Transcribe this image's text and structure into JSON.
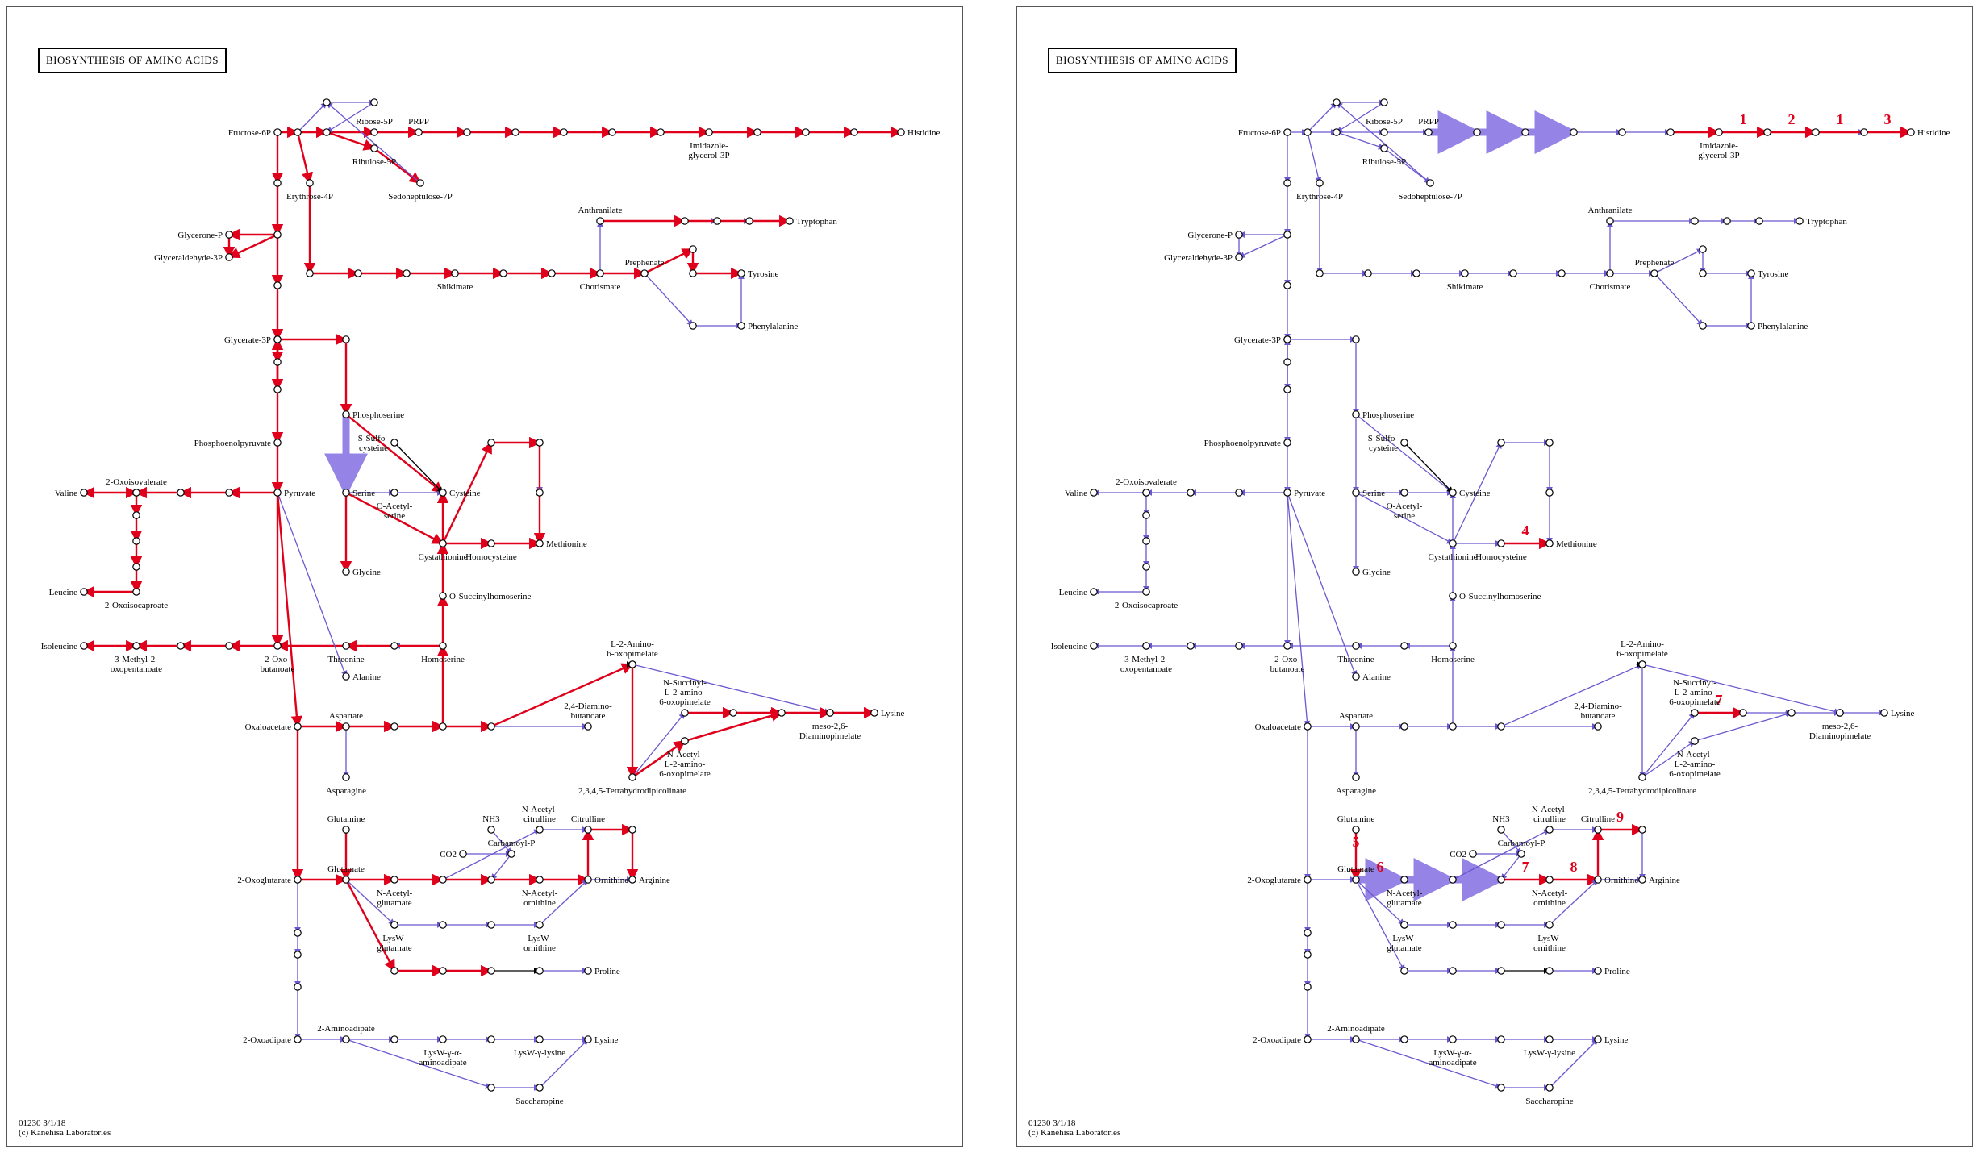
{
  "colors": {
    "default": "#6a58d0",
    "highlight": "#e0001b",
    "black": "#000000",
    "thick": "#9584e6"
  },
  "title": "BIOSYNTHESIS OF AMINO ACIDS",
  "footer": {
    "line1": "01230 3/1/18",
    "line2": "(c) Kanehisa Laboratories"
  },
  "nodes": [
    [
      "fru6p",
      "Fructose-6P",
      "l",
      0
    ],
    [
      "r1",
      "",
      "",
      0
    ],
    [
      "r2",
      "",
      "",
      0
    ],
    [
      "r5p",
      "Ribose-5P",
      "t",
      0
    ],
    [
      "prpp",
      "PRPP",
      "t",
      0
    ],
    [
      "hp1",
      "",
      "",
      0
    ],
    [
      "hp2",
      "",
      "",
      0
    ],
    [
      "hp3",
      "",
      "",
      0
    ],
    [
      "hp4",
      "",
      "",
      0
    ],
    [
      "hp5",
      "",
      "",
      0
    ],
    [
      "igp",
      "Imidazole-\nglycerol-3P",
      "b",
      0
    ],
    [
      "hp7",
      "",
      "",
      0
    ],
    [
      "hp8",
      "",
      "",
      0
    ],
    [
      "hp9",
      "",
      "",
      0
    ],
    [
      "his",
      "Histidine",
      "r",
      0
    ],
    [
      "tc1",
      "",
      "",
      0
    ],
    [
      "tc2",
      "",
      "",
      0
    ],
    [
      "ru5p",
      "Ribulose-5P",
      "b",
      0
    ],
    [
      "s7p",
      "Sedoheptulose-7P",
      "b",
      0
    ],
    [
      "g1",
      "",
      "",
      0
    ],
    [
      "g2",
      "",
      "",
      0
    ],
    [
      "g3",
      "",
      "",
      0
    ],
    [
      "g4",
      "",
      "",
      0
    ],
    [
      "g5",
      "",
      "",
      0
    ],
    [
      "g6",
      "",
      "",
      0
    ],
    [
      "glyp",
      "Glycerone-P",
      "l",
      0
    ],
    [
      "gap",
      "Glyceraldehyde-3P",
      "l",
      0
    ],
    [
      "e4p",
      "Erythrose-4P",
      "b",
      0
    ],
    [
      "sk1",
      "",
      "",
      0
    ],
    [
      "sk2",
      "",
      "",
      0
    ],
    [
      "sk3",
      "",
      "",
      0
    ],
    [
      "shik",
      "Shikimate",
      "b",
      0
    ],
    [
      "sk5",
      "",
      "",
      0
    ],
    [
      "sk6",
      "",
      "",
      0
    ],
    [
      "chor",
      "Chorismate",
      "b",
      0
    ],
    [
      "anth",
      "Anthranilate",
      "t",
      0
    ],
    [
      "tr1",
      "",
      "",
      0
    ],
    [
      "tr2",
      "",
      "",
      0
    ],
    [
      "tr3",
      "",
      "",
      0
    ],
    [
      "trp",
      "Tryptophan",
      "r",
      0
    ],
    [
      "preph",
      "Prephenate",
      "t",
      0
    ],
    [
      "ty1",
      "",
      "",
      0
    ],
    [
      "ty2",
      "",
      "",
      0
    ],
    [
      "tyr",
      "Tyrosine",
      "r",
      0
    ],
    [
      "ph1",
      "",
      "",
      0
    ],
    [
      "phe",
      "Phenylalanine",
      "r",
      0
    ],
    [
      "g3p",
      "Glycerate-3P",
      "l",
      0
    ],
    [
      "s1",
      "",
      "",
      0
    ],
    [
      "pser",
      "Phosphoserine",
      "r",
      0
    ],
    [
      "pep",
      "Phosphoenolpyruvate",
      "l",
      0
    ],
    [
      "pyr",
      "Pyruvate",
      "r",
      0
    ],
    [
      "ser",
      "Serine",
      "r",
      0
    ],
    [
      "oas",
      "O-Acetyl-\nserine",
      "b",
      0
    ],
    [
      "ssc",
      "S-Sulfo-\ncysteine",
      "l",
      0
    ],
    [
      "cys",
      "Cysteine",
      "r",
      0
    ],
    [
      "cysth",
      "Cystathionine",
      "b",
      0
    ],
    [
      "hcys",
      "Homocysteine",
      "b",
      0
    ],
    [
      "met",
      "Methionine",
      "r",
      0
    ],
    [
      "m1",
      "",
      "",
      0
    ],
    [
      "m2",
      "",
      "",
      0
    ],
    [
      "m3",
      "",
      "",
      0
    ],
    [
      "gly",
      "Glycine",
      "r",
      0
    ],
    [
      "osh",
      "O-Succinylhomoserine",
      "r",
      0
    ],
    [
      "v4",
      "",
      "",
      0
    ],
    [
      "v3",
      "",
      "",
      0
    ],
    [
      "v2",
      "",
      "",
      0
    ],
    [
      "oxv",
      "2-Oxoisovalerate",
      "t",
      0
    ],
    [
      "val",
      "Valine",
      "l",
      0
    ],
    [
      "l1",
      "",
      "",
      0
    ],
    [
      "l2",
      "",
      "",
      0
    ],
    [
      "l3",
      "",
      "",
      0
    ],
    [
      "oxc",
      "2-Oxoisocaproate",
      "b",
      0
    ],
    [
      "leu",
      "Leucine",
      "l",
      0
    ],
    [
      "oxb",
      "2-Oxo-\nbutanoate",
      "b",
      0
    ],
    [
      "i1",
      "",
      "",
      0
    ],
    [
      "i2",
      "",
      "",
      0
    ],
    [
      "i3",
      "",
      "",
      0
    ],
    [
      "mop",
      "3-Methyl-2-\noxopentanoate",
      "b",
      0
    ],
    [
      "ile",
      "Isoleucine",
      "l",
      0
    ],
    [
      "thr",
      "Threonine",
      "b",
      0
    ],
    [
      "h1",
      "",
      "",
      0
    ],
    [
      "hser",
      "Homoserine",
      "b",
      0
    ],
    [
      "ala",
      "Alanine",
      "r",
      0
    ],
    [
      "oaa",
      "Oxaloacetate",
      "l",
      0
    ],
    [
      "asp",
      "Aspartate",
      "t",
      0
    ],
    [
      "a1",
      "",
      "",
      0
    ],
    [
      "a2",
      "",
      "",
      0
    ],
    [
      "a3",
      "",
      "",
      0
    ],
    [
      "asn",
      "Asparagine",
      "b",
      0
    ],
    [
      "dab",
      "2,4-Diamino-\nbutanoate",
      "t",
      0
    ],
    [
      "thdp",
      "2,3,4,5-Tetrahydrodipicolinate",
      "b",
      0
    ],
    [
      "t1",
      "",
      "",
      0
    ],
    [
      "a2o",
      "L-2-Amino-\n6-oxopimelate",
      "t",
      0
    ],
    [
      "nsa",
      "N-Succinyl-\nL-2-amino-\n6-oxopimelate",
      "t",
      0
    ],
    [
      "k1",
      "",
      "",
      0
    ],
    [
      "k2",
      "",
      "",
      0
    ],
    [
      "naa",
      "N-Acetyl-\nL-2-amino-\n6-oxopimelate",
      "b",
      0
    ],
    [
      "k3",
      "",
      "",
      0
    ],
    [
      "mdap",
      "meso-2,6-\nDiaminopimelate",
      "b",
      0
    ],
    [
      "k4",
      "",
      "",
      0
    ],
    [
      "lys1",
      "Lysine",
      "r",
      0
    ],
    [
      "gln",
      "Glutamine",
      "t",
      0
    ],
    [
      "akg",
      "2-Oxoglutarate",
      "l",
      0
    ],
    [
      "glu",
      "Glutamate",
      "t",
      0
    ],
    [
      "nag",
      "N-Acetyl-\nglutamate",
      "b",
      0
    ],
    [
      "o1",
      "",
      "",
      0
    ],
    [
      "o2",
      "",
      "",
      0
    ],
    [
      "nao",
      "N-Acetyl-\nornithine",
      "b",
      0
    ],
    [
      "orn",
      "Ornithine",
      "r",
      0
    ],
    [
      "arg",
      "Arginine",
      "r",
      0
    ],
    [
      "nh3",
      "NH3",
      "t",
      0
    ],
    [
      "co2",
      "CO2",
      "l",
      0
    ],
    [
      "cbp",
      "Carbamoyl-P",
      "t",
      0
    ],
    [
      "nac",
      "N-Acetyl-\ncitrulline",
      "t",
      0
    ],
    [
      "cit",
      "Citrulline",
      "t",
      0
    ],
    [
      "r9",
      "",
      "",
      0
    ],
    [
      "lw1",
      "",
      "",
      0
    ],
    [
      "lwg",
      "LysW-\nglutamate",
      "b",
      0
    ],
    [
      "lw2",
      "",
      "",
      0
    ],
    [
      "lw3",
      "",
      "",
      0
    ],
    [
      "lwo",
      "LysW-\nornithine",
      "b",
      0
    ],
    [
      "p1",
      "",
      "",
      0
    ],
    [
      "p2",
      "",
      "",
      0
    ],
    [
      "p3",
      "",
      "",
      0
    ],
    [
      "p4",
      "",
      "",
      0
    ],
    [
      "pro",
      "Proline",
      "r",
      0
    ],
    [
      "k5",
      "",
      "",
      0
    ],
    [
      "k6",
      "",
      "",
      0
    ],
    [
      "k7",
      "",
      "",
      0
    ],
    [
      "oad",
      "2-Oxoadipate",
      "l",
      0
    ],
    [
      "aad",
      "2-Aminoadipate",
      "t",
      0
    ],
    [
      "la1",
      "",
      "",
      0
    ],
    [
      "lwaa",
      "LysW-γ-α-\naminoadipate",
      "b",
      0
    ],
    [
      "la2",
      "",
      "",
      0
    ],
    [
      "lwl",
      "LysW-γ-lysine",
      "b",
      0
    ],
    [
      "lys2",
      "Lysine",
      "r",
      0
    ],
    [
      "sa1",
      "",
      "",
      0
    ],
    [
      "sacch",
      "Saccharopine",
      "b",
      0
    ]
  ],
  "panels": [
    {
      "red_edges": "fru6p-r1,r1-r2,r2-r5p,r5p-prpp,prpp-hp1,hp1-hp2,hp2-hp3,hp3-hp4,hp4-hp5,hp5-igp,igp-hp7,hp7-hp8,hp8-hp9,hp9-his,r2-ru5p,ru5p-s7p,fru6p-g1,g1-g2,g2-g3,g3-g4,g4-g5,g5-g6,glyp-gap,g2-glyp,g2-gap,e4p-sk1,sk1-sk2,sk2-sk3,sk3-shik,shik-sk5,sk5-sk6,sk6-chor,chor-preph,preph-ty1,ty1-ty2,ty2-tyr,anth-tr1,tr1-trp,g6-g3p,g3p-pep,g3p-s1,s1-pser,pser-ser,pep-pyr,r1-e4p,pser-cys,ser-cysth,cysth-cys,cysth-hcys,hcys-met,cysth-m1,m1-m2,m2-met,ser-gly,pyr-v4,v4-v3,v3-v2,v2-oxv,oxv-val,oxv-l1,l1-l2,l2-l3,l3-oxc,oxc-leu,pyr-oxb,oxb-i1,i1-i2,i2-i3,i3-mop,mop-ile,thr-oxb,hser-thr,hser-osh,osh-cysth,pyr-oaa,oaa-asp,asp-a1,a1-a2,a2-a3,a3-t1,t1-thdp,thdp-k2,k2-k3,thdp-naa,naa-k3,k3-mdap,nsa-k1,k1-k3,mdap-k4,k4-lys1,oaa-akg,akg-glu,gln-glu,glu-nag,nag-o1,o1-o2,o2-nao,nao-orn,orn-cit,cit-r9,r9-arg,glu-p1,p1-p2,p2-p3,a2-hser",
      "black_edges": "ssc-cys,t1-a2o,p3-p4",
      "thick_edges": "pser-ser",
      "numbers": []
    },
    {
      "red_edges": "hp5-igp,igp-hp7,hp7-hp8,hp8-his,hcys-met,gln-glu,nsa-k1,glu-nag,o2-nao,nao-orn,orn-cit,cit-r9",
      "black_edges": "ssc-cys,t1-a2o,p3-p4",
      "thick_edges": "prpp-hp1,hp1-hp2,hp2-hp3,glu-nag,nag-o1,o1-o2",
      "numbers": [
        {
          "num": "1",
          "at": "igp-hp7"
        },
        {
          "num": "2",
          "at": "hp7-hp8"
        },
        {
          "num": "1",
          "at": "hp8-hp9"
        },
        {
          "num": "3",
          "at": "hp9-his"
        },
        {
          "num": "4",
          "at": "hcys-met"
        },
        {
          "num": "5",
          "at": "gln-glu"
        },
        {
          "num": "6",
          "at": "glu-nag"
        },
        {
          "num": "7",
          "at": "nsa-k1"
        },
        {
          "num": "7",
          "at": "o2-nao"
        },
        {
          "num": "8",
          "at": "nao-orn"
        },
        {
          "num": "9",
          "at": "cit-r9"
        }
      ]
    }
  ]
}
